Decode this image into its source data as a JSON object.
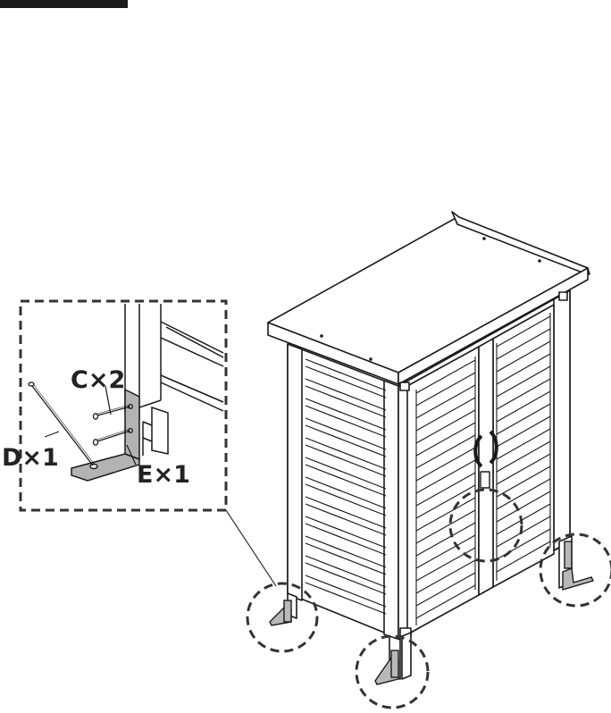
{
  "callout": {
    "labels": [
      {
        "id": "c",
        "text": "C×2"
      },
      {
        "id": "d",
        "text": "D×1"
      },
      {
        "id": "e",
        "text": "E×1"
      }
    ]
  }
}
